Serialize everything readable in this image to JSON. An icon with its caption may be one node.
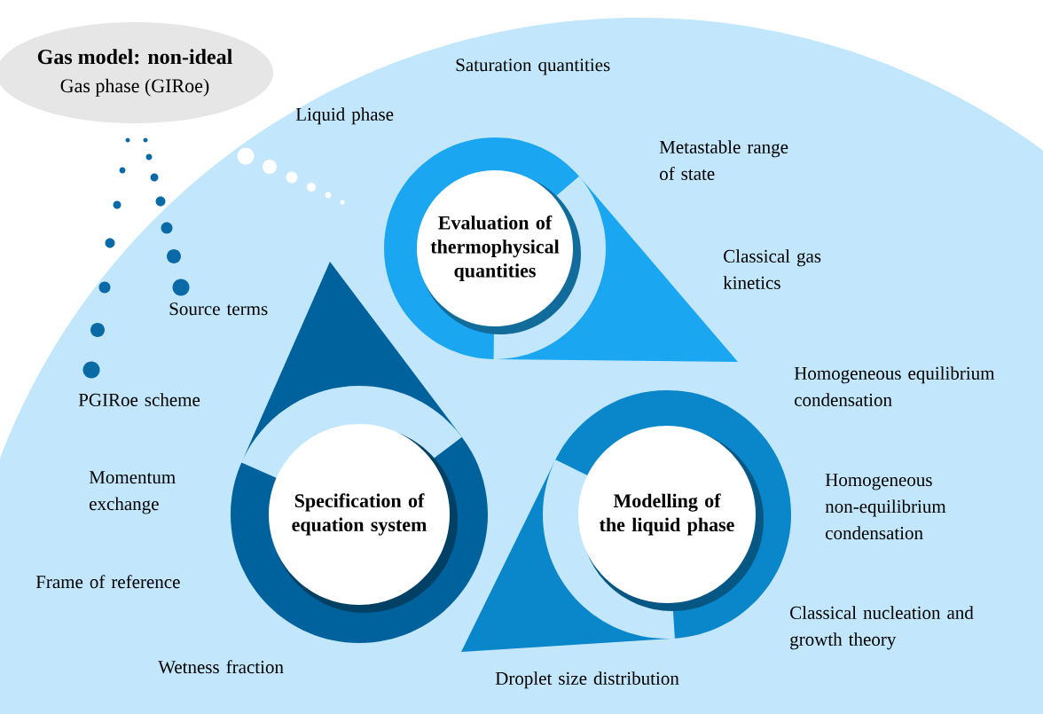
{
  "diagram": {
    "nodes": [
      {
        "text": [
          "Gas model: non-ideal",
          "Gas phase (GIRoe)"
        ]
      },
      {
        "text": [
          "Evaluation of thermophysical quantities"
        ]
      },
      {
        "text": [
          "Specification of equation system"
        ]
      },
      {
        "text": [
          "Modelling of the liquid phase"
        ]
      }
    ],
    "labels": [
      "Saturation quantities",
      "Liquid phase",
      "Metastable range of state",
      "Classical gas kinetics",
      "Source terms",
      "PGIRoe scheme",
      "Homogeneous equilibrium condensation",
      "Momentum exchange",
      "Homogeneous non-equilibrium condensation",
      "Frame of reference",
      "Classical nucleation and growth theory",
      "Wetness fraction",
      "Droplet size distribution"
    ]
  }
}
